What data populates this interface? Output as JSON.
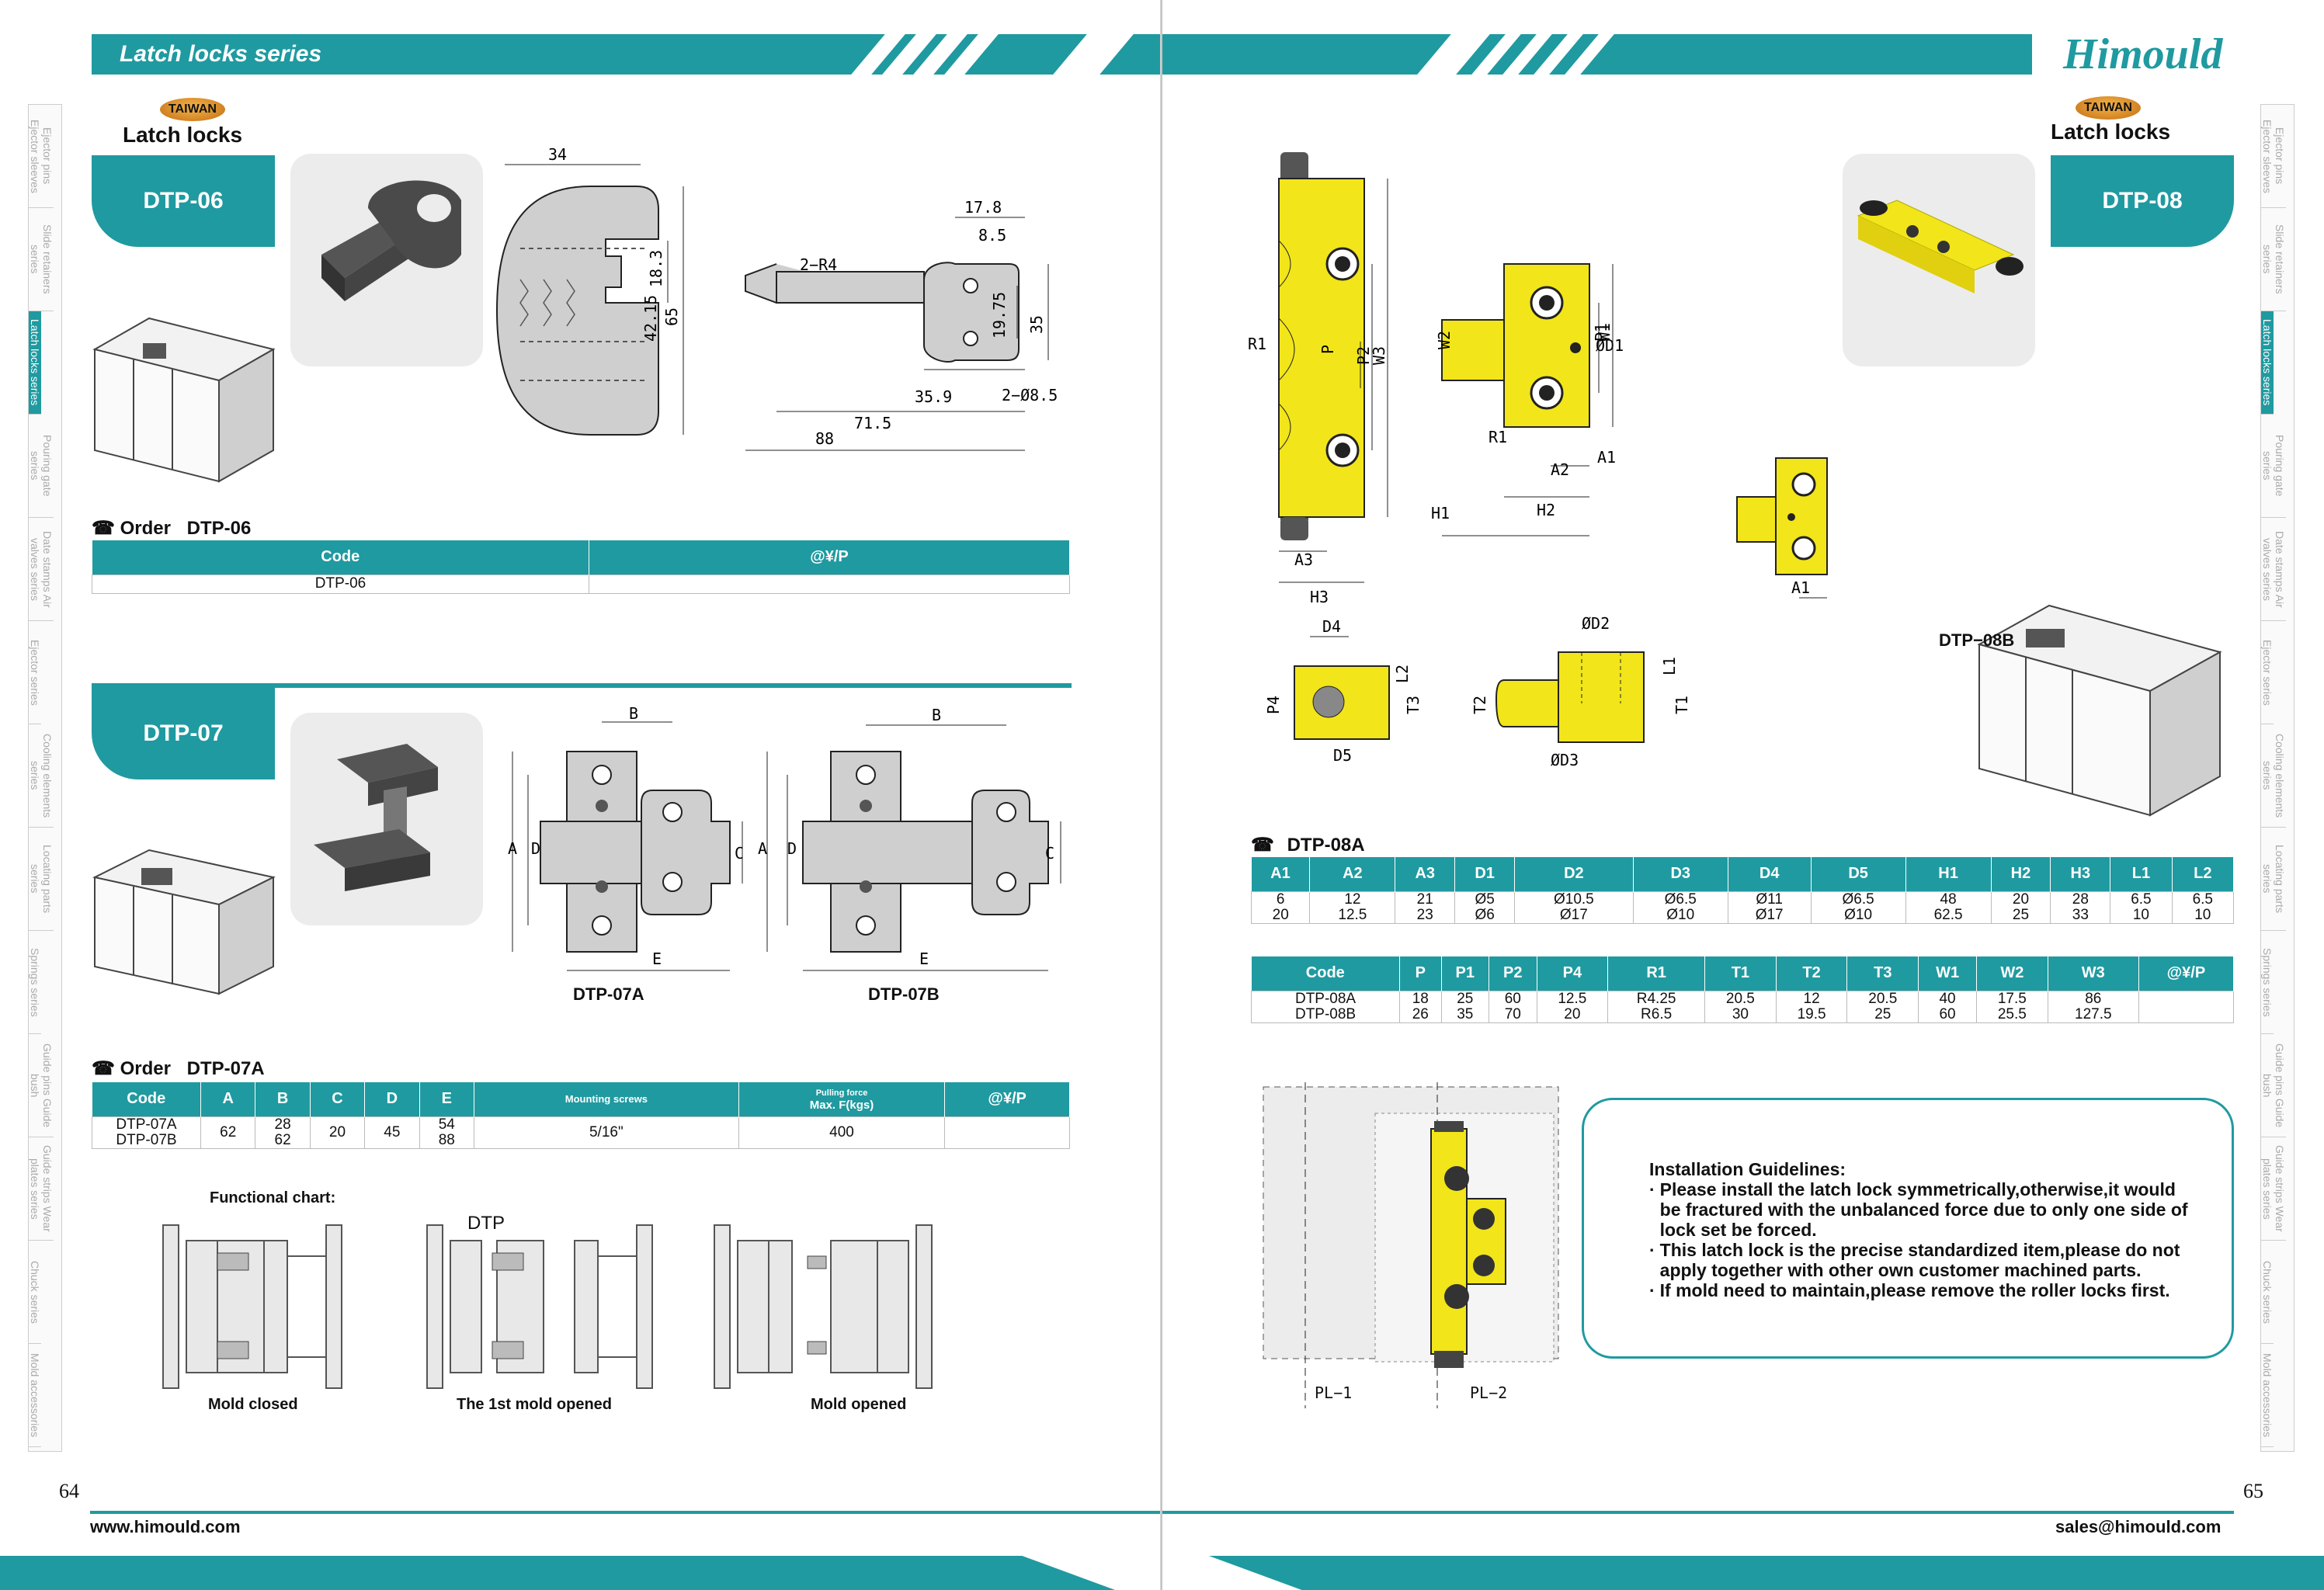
{
  "brand": "Himould",
  "left": {
    "banner": "Latch locks series",
    "taiwan": "TAIWAN",
    "latch_label": "Latch locks",
    "page_number": "64",
    "website": "www.himould.com",
    "side_index": [
      "Ejector pins Ejector sleeves",
      "Slide retainers series",
      "Latch locks series",
      "Pouring gate series",
      "Date stamps Air valves series",
      "Ejector series",
      "Cooling elements series",
      "Locating parts series",
      "Springs series",
      "Guide pins Guide bush",
      "Guide strips Wear plates series",
      "Chuck series",
      "Mold accessories"
    ],
    "dtp06": {
      "tab": "DTP-06",
      "dims": {
        "d34": "34",
        "d17_8": "17.8",
        "d8_5": "8.5",
        "d2r4": "2−R4",
        "d18_3": "18.3",
        "d42_15": "42.15",
        "d65": "65",
        "d19_75": "19.75",
        "d35": "35",
        "d35_9": "35.9",
        "d2d8_5": "2−Ø8.5",
        "d71_5": "71.5",
        "d88": "88"
      },
      "order_label": "Order",
      "order_code": "DTP-06",
      "table": {
        "headers": [
          "Code",
          "@¥/P"
        ],
        "rows": [
          [
            "DTP-06",
            ""
          ]
        ]
      }
    },
    "dtp07": {
      "tab": "DTP-07",
      "label_a": "DTP-07A",
      "label_b": "DTP-07B",
      "dim_letters": {
        "a": "A",
        "b": "B",
        "c": "C",
        "d": "D",
        "e": "E"
      },
      "order_label": "Order",
      "order_code": "DTP-07A",
      "table": {
        "headers": [
          "Code",
          "A",
          "B",
          "C",
          "D",
          "E",
          "Mounting screws",
          "Max. F(kgs)",
          "@¥/P"
        ],
        "pulling_force": "Pulling force",
        "rows": [
          [
            "DTP-07A\nDTP-07B",
            "62",
            "28\n62",
            "20",
            "45",
            "54\n88",
            "5/16\"",
            "400",
            ""
          ]
        ]
      }
    },
    "functional": {
      "title": "Functional chart:",
      "dtp_label": "DTP",
      "captions": [
        "Mold closed",
        "The 1st mold opened",
        "Mold opened"
      ]
    }
  },
  "right": {
    "taiwan": "TAIWAN",
    "latch_label": "Latch locks",
    "tab": "DTP-08",
    "page_number": "65",
    "email": "sales@himould.com",
    "side_index": [
      "Ejector pins Ejector sleeves",
      "Slide retainers series",
      "Latch locks series",
      "Pouring gate series",
      "Date stamps Air valves series",
      "Ejector series",
      "Cooling elements series",
      "Locating parts series",
      "Springs series",
      "Guide pins Guide bush",
      "Guide strips Wear plates series",
      "Chuck series",
      "Mold accessories"
    ],
    "dtp08b_label": "DTP−08B",
    "dims": [
      "R1",
      "P",
      "P2",
      "W3",
      "W2",
      "P1",
      "W1",
      "ØD1",
      "R1",
      "A2",
      "A1",
      "H2",
      "H1",
      "A3",
      "H3",
      "A1",
      "D4",
      "L2",
      "T3",
      "P4",
      "D5",
      "ØD2",
      "L1",
      "T1",
      "T2",
      "ØD3"
    ],
    "table_a_title": "DTP-08A",
    "table_a": {
      "headers": [
        "A1",
        "A2",
        "A3",
        "D1",
        "D2",
        "D3",
        "D4",
        "D5",
        "H1",
        "H2",
        "H3",
        "L1",
        "L2"
      ],
      "rows": [
        [
          "6\n20",
          "12\n12.5",
          "21\n23",
          "Ø5\nØ6",
          "Ø10.5\nØ17",
          "Ø6.5\nØ10",
          "Ø11\nØ17",
          "Ø6.5\nØ10",
          "48\n62.5",
          "20\n25",
          "28\n33",
          "6.5\n10",
          "6.5\n10"
        ]
      ]
    },
    "table_b": {
      "headers": [
        "Code",
        "P",
        "P1",
        "P2",
        "P4",
        "R1",
        "T1",
        "T2",
        "T3",
        "W1",
        "W2",
        "W3",
        "@¥/P"
      ],
      "rows": [
        [
          "DTP-08A\nDTP-08B",
          "18\n26",
          "25\n35",
          "60\n70",
          "12.5\n20",
          "R4.25\nR6.5",
          "20.5\n30",
          "12\n19.5",
          "20.5\n25",
          "40\n60",
          "17.5\n25.5",
          "86\n127.5",
          ""
        ]
      ]
    },
    "pl_labels": [
      "PL−1",
      "PL−2"
    ],
    "guidelines": {
      "title": "Installation Guidelines:",
      "items": [
        "Please install the latch lock symmetrically,otherwise,it would be fractured with the unbalanced force due to only one side of lock set be forced.",
        "This latch lock is the precise standardized item,please do not apply together with other own customer machined parts.",
        "If mold need to maintain,please remove the roller locks first."
      ]
    }
  },
  "colors": {
    "teal": "#1f9aa0",
    "yellow": "#f2e51a",
    "part_grey": "#cfcfcf"
  }
}
